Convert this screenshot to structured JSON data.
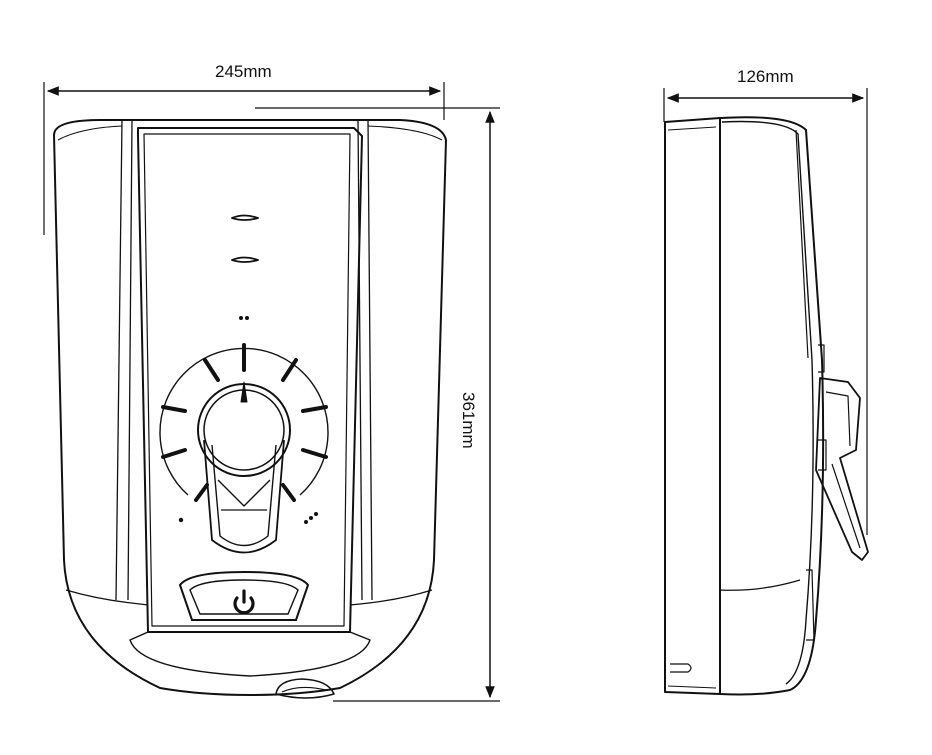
{
  "dimensions": {
    "width": "245mm",
    "depth": "126mm",
    "height": "361mm"
  },
  "colors": {
    "line": "#111111",
    "background": "#ffffff"
  },
  "icons": {
    "power_button": "power-icon"
  }
}
